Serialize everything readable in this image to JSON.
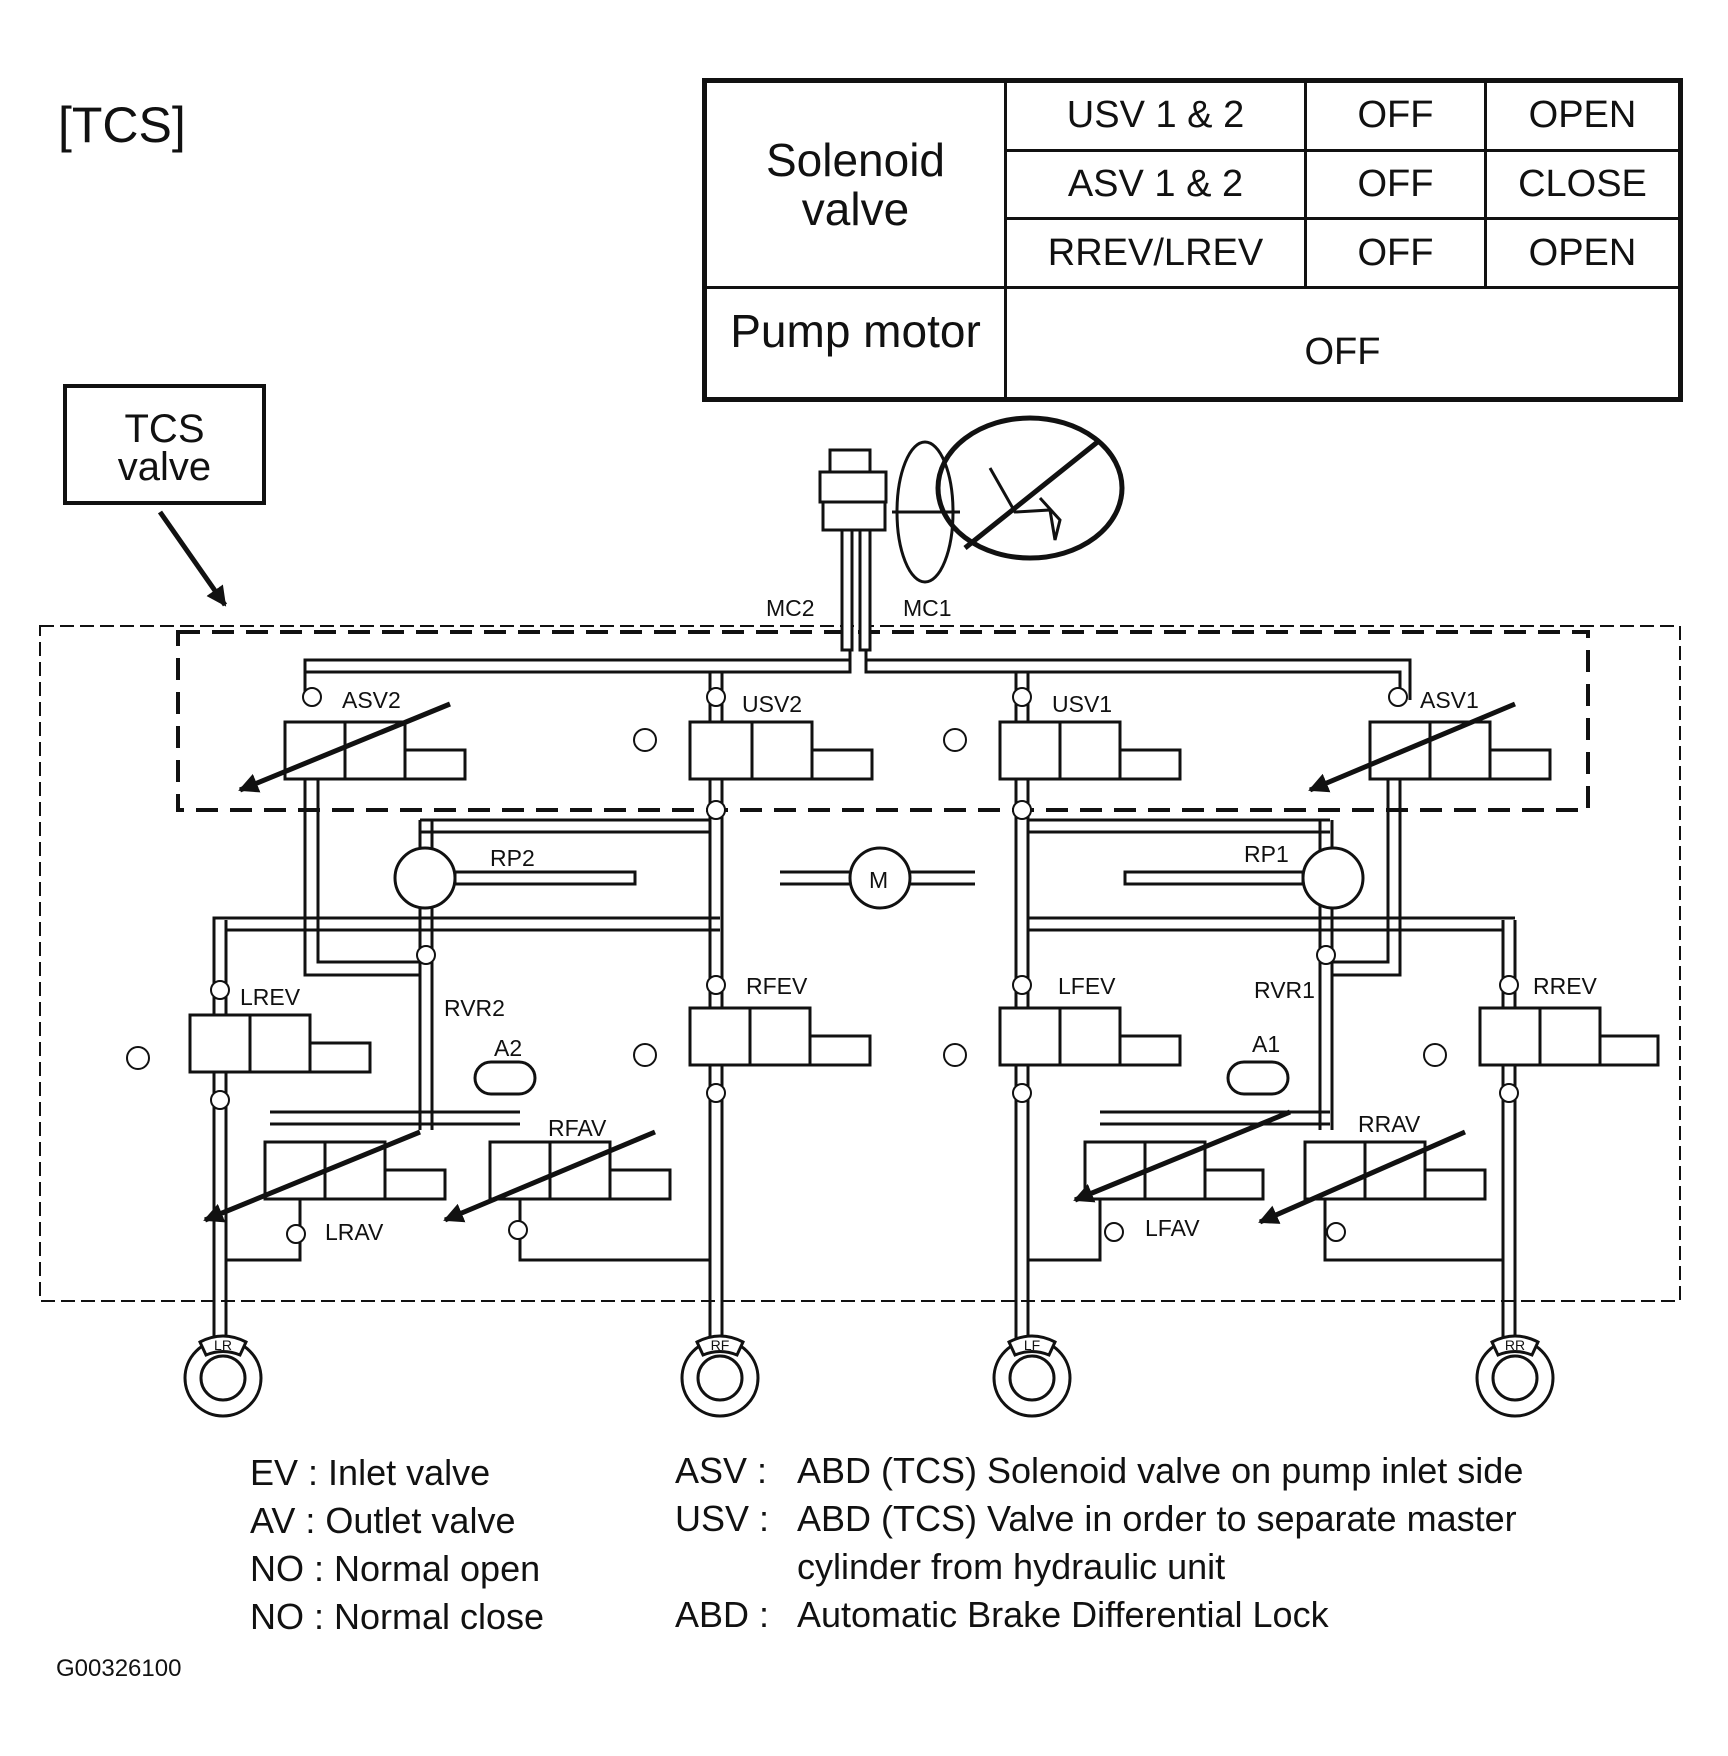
{
  "title": "[TCS]",
  "status_table": {
    "solenoid_header": [
      "Solenoid",
      "valve"
    ],
    "rows": [
      {
        "valve": "USV 1 & 2",
        "power": "OFF",
        "state": "OPEN"
      },
      {
        "valve": "ASV 1 & 2",
        "power": "OFF",
        "state": "CLOSE"
      },
      {
        "valve": "RREV/LREV",
        "power": "OFF",
        "state": "OPEN"
      }
    ],
    "pump_motor_label": "Pump motor",
    "pump_motor_state": "OFF"
  },
  "callout": {
    "line1": "TCS",
    "line2": "valve"
  },
  "labels": {
    "mc2": "MC2",
    "mc1": "MC1",
    "asv2": "ASV2",
    "usv2": "USV2",
    "usv1": "USV1",
    "asv1": "ASV1",
    "rp2": "RP2",
    "rp1": "RP1",
    "motor": "M",
    "lrev": "LREV",
    "rvr2": "RVR2",
    "rfev": "RFEV",
    "lfev": "LFEV",
    "rvr1": "RVR1",
    "rrev": "RREV",
    "a2": "A2",
    "a1": "A1",
    "rfav": "RFAV",
    "lrav": "LRAV",
    "rrav": "RRAV",
    "lfav": "LFAV",
    "wheel_lr": "LR",
    "wheel_rf": "RF",
    "wheel_lf": "LF",
    "wheel_rr": "RR"
  },
  "legend_left": [
    {
      "abbr": "EV",
      "desc": ": Inlet valve"
    },
    {
      "abbr": "AV",
      "desc": ": Outlet valve"
    },
    {
      "abbr": "NO",
      "desc": ": Normal open"
    },
    {
      "abbr": "NO",
      "desc": ": Normal close"
    }
  ],
  "legend_right": [
    {
      "abbr": "ASV :",
      "desc": "ABD (TCS) Solenoid valve on pump inlet side"
    },
    {
      "abbr": "USV :",
      "desc": "ABD (TCS) Valve in order to separate master"
    },
    {
      "abbr": "",
      "desc": "cylinder from hydraulic unit"
    },
    {
      "abbr": "ABD :",
      "desc": "Automatic Brake Differential Lock"
    }
  ],
  "figure_id": "G00326100"
}
